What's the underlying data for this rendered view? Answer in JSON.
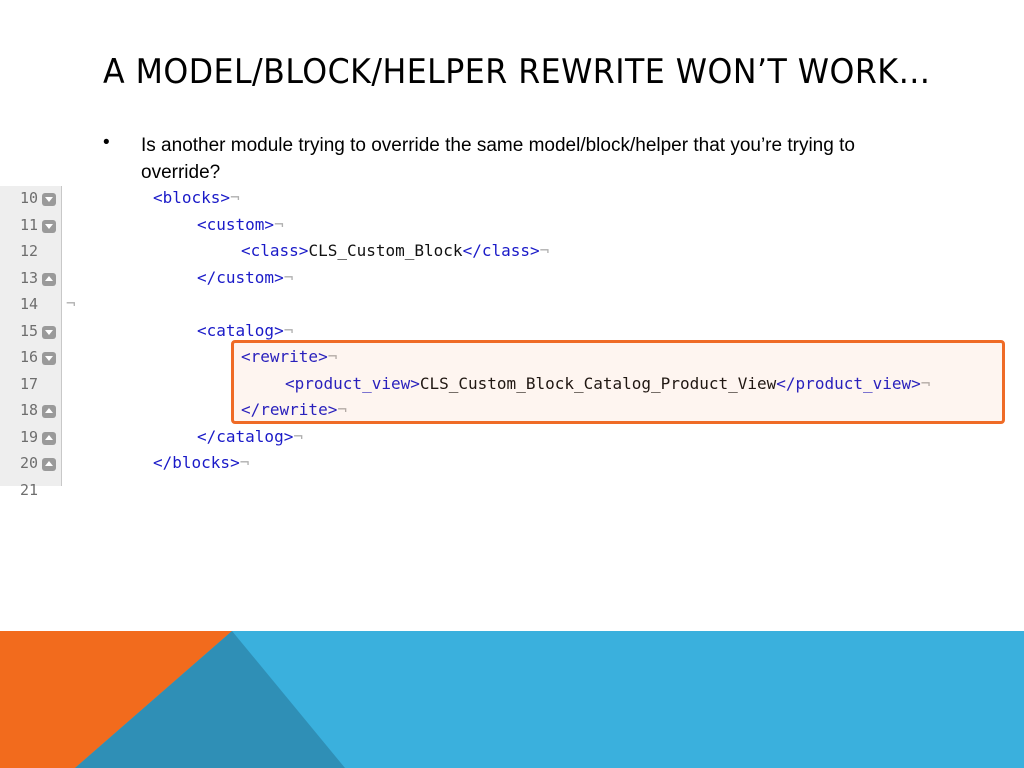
{
  "slide": {
    "title": "A MODEL/BLOCK/HELPER REWRITE WON’T WORK…",
    "bullet_symbol": "•",
    "bullet_text": "Is another module trying to override the same model/block/helper that you’re trying to override?"
  },
  "code": {
    "pilcrow": "¬",
    "lines": [
      {
        "num": "10",
        "fold": "open",
        "tokens": [
          {
            "k": "tag",
            "t": "<blocks>"
          }
        ]
      },
      {
        "num": "11",
        "fold": "open",
        "tokens": [
          {
            "k": "tag",
            "t": "<custom>"
          }
        ]
      },
      {
        "num": "12",
        "fold": "none",
        "tokens": [
          {
            "k": "tag",
            "t": "<class>"
          },
          {
            "k": "txt",
            "t": "CLS_Custom_Block"
          },
          {
            "k": "tag",
            "t": "</class>"
          }
        ]
      },
      {
        "num": "13",
        "fold": "close",
        "tokens": [
          {
            "k": "tag",
            "t": "</custom>"
          }
        ]
      },
      {
        "num": "14",
        "fold": "none",
        "tokens": []
      },
      {
        "num": "15",
        "fold": "open",
        "tokens": [
          {
            "k": "tag",
            "t": "<catalog>"
          }
        ]
      },
      {
        "num": "16",
        "fold": "open",
        "tokens": [
          {
            "k": "tag",
            "t": "<rewrite>"
          }
        ]
      },
      {
        "num": "17",
        "fold": "none",
        "tokens": [
          {
            "k": "tag",
            "t": "<product_view>"
          },
          {
            "k": "txt",
            "t": "CLS_Custom_Block_Catalog_Product_View"
          },
          {
            "k": "tag",
            "t": "</product_view>"
          }
        ]
      },
      {
        "num": "18",
        "fold": "close",
        "tokens": [
          {
            "k": "tag",
            "t": "</rewrite>"
          }
        ]
      },
      {
        "num": "19",
        "fold": "close",
        "tokens": [
          {
            "k": "tag",
            "t": "</catalog>"
          }
        ]
      },
      {
        "num": "20",
        "fold": "close",
        "tokens": [
          {
            "k": "tag",
            "t": "</blocks>"
          }
        ]
      },
      {
        "num": "21",
        "fold": "none",
        "tokens": []
      }
    ]
  },
  "colors": {
    "accent_orange": "#f26b1d",
    "accent_blue": "#3ab0dd",
    "accent_blue_dark": "#2f8fb6",
    "highlight_border": "#ef6b26",
    "xml_tag": "#1a1ac8"
  }
}
